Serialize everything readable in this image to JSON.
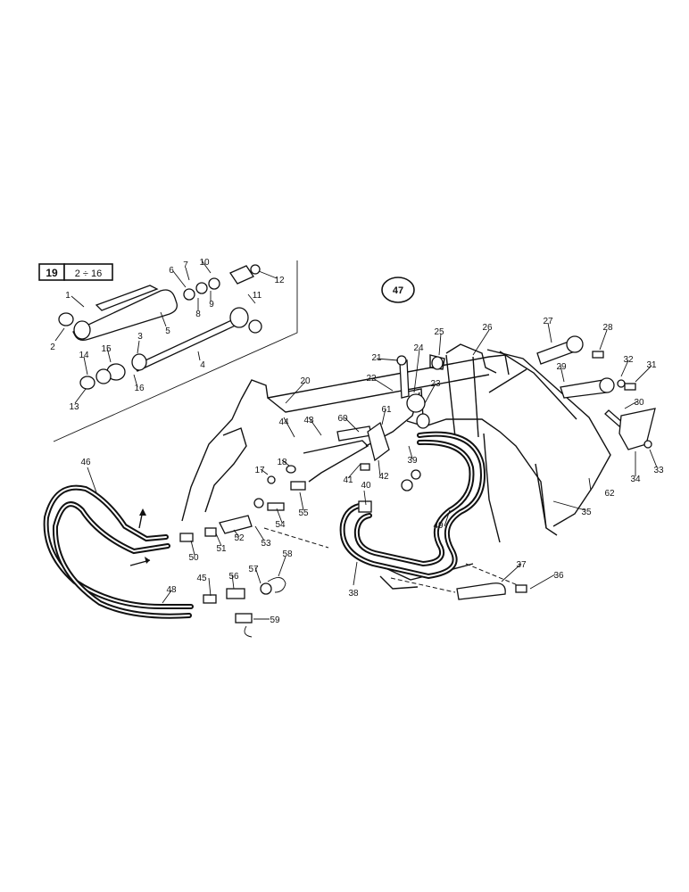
{
  "reference_box": {
    "number": "19",
    "range": "2 ÷ 16"
  },
  "group_circle": "47",
  "callouts": [
    "1",
    "2",
    "3",
    "4",
    "5",
    "6",
    "7",
    "8",
    "9",
    "10",
    "11",
    "12",
    "13",
    "14",
    "15",
    "16",
    "17",
    "18",
    "20",
    "21",
    "22",
    "23",
    "24",
    "25",
    "26",
    "27",
    "28",
    "29",
    "30",
    "31",
    "32",
    "33",
    "34",
    "35",
    "36",
    "37",
    "38",
    "39",
    "40",
    "41",
    "42",
    "43",
    "44",
    "45",
    "46",
    "48",
    "49",
    "50",
    "51",
    "52",
    "53",
    "54",
    "55",
    "56",
    "57",
    "58",
    "59",
    "60",
    "61",
    "62"
  ]
}
